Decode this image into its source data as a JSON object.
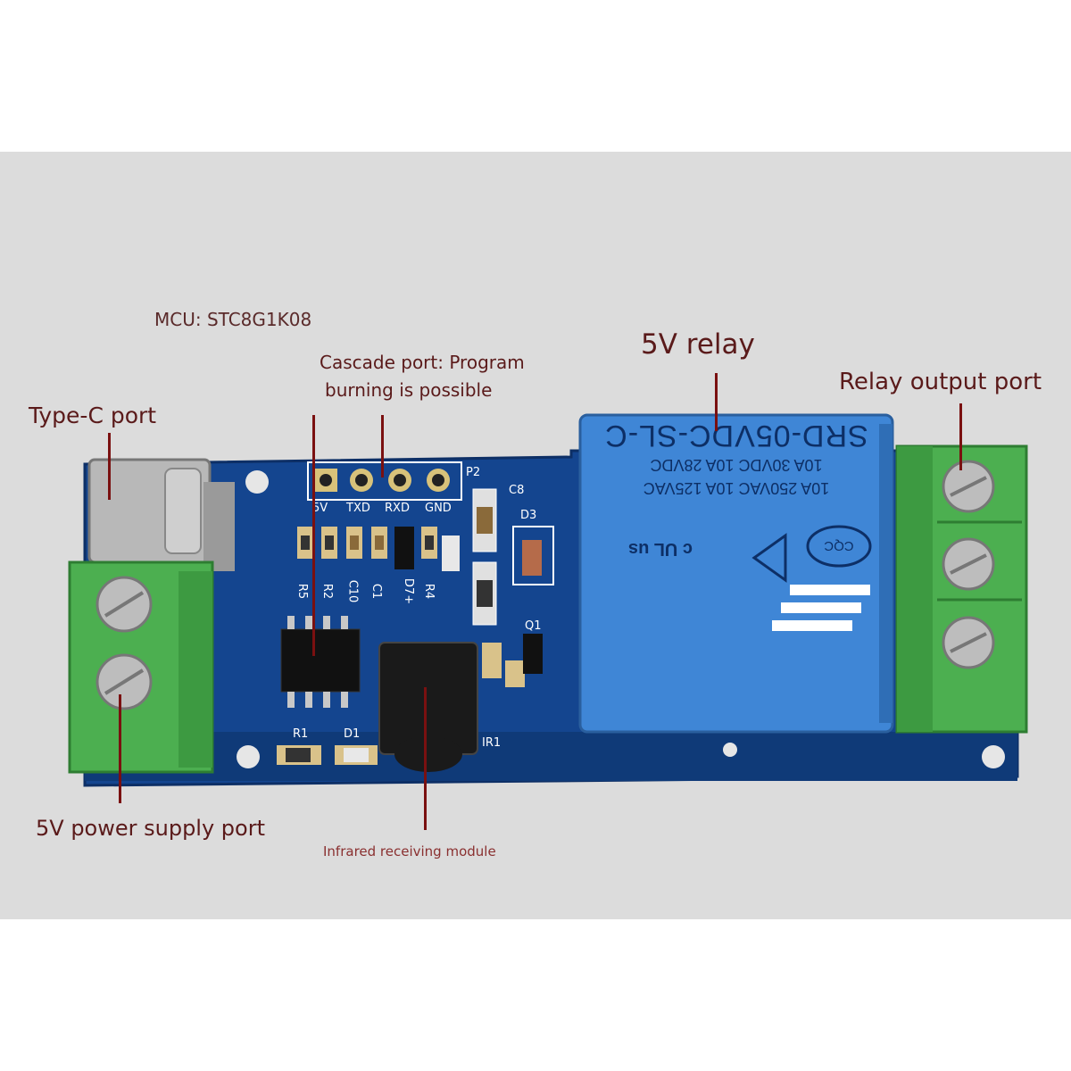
{
  "labels": {
    "mcu": "MCU: STC8G1K08",
    "cascade_line1": "Cascade port: Program",
    "cascade_line2": "burning is possible",
    "relay": "5V relay",
    "relay_output": "Relay output port",
    "type_c": "Type-C port",
    "power": "5V power supply port",
    "ir": "Infrared receiving module"
  },
  "relay_marking": {
    "model": "SRD-05VDC-SL-C",
    "rating1": "10A 250VAC   10A 125VAC",
    "rating2": "10A 30VDC   10A 28VDC",
    "cert": "CQC",
    "ul": "c UL us"
  },
  "silkscreen": {
    "pins": [
      "5V",
      "TXD",
      "RXD",
      "GND"
    ],
    "p2": "P2",
    "c8": "C8",
    "d3": "D3",
    "q1": "Q1",
    "r5": "R5",
    "r2": "R2",
    "c10": "C10",
    "c1": "C1",
    "d7": "D7+",
    "r4": "R4",
    "r1": "R1",
    "d1": "D1",
    "ir1": "IR1"
  },
  "colors": {
    "pcb": "#14458f",
    "relay": "#3f86d6",
    "terminal": "#4caf50",
    "label": "#5a1a1a",
    "pointer": "#7a1010"
  }
}
